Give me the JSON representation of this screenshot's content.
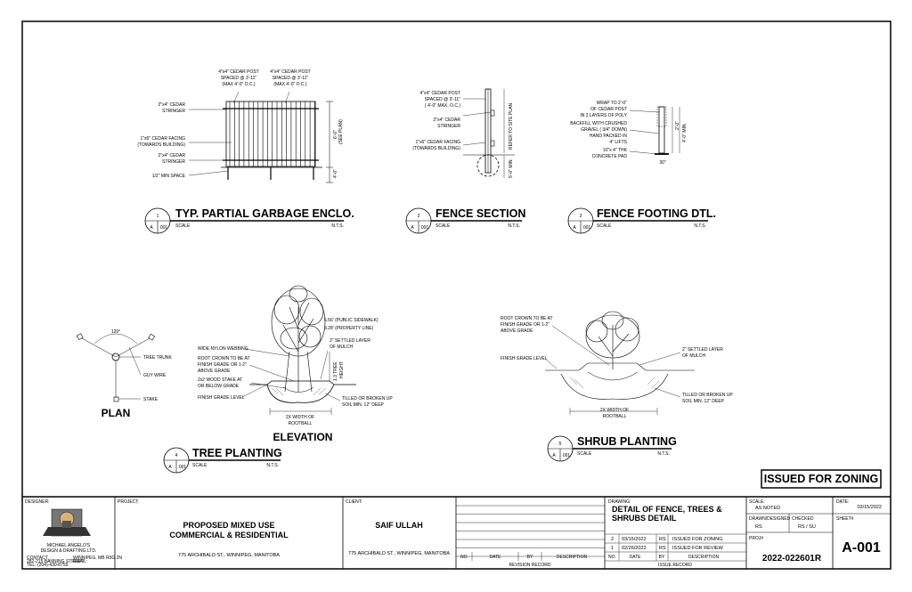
{
  "details": {
    "d1": {
      "number": "1",
      "ref_a": "A",
      "ref_sheet": "001",
      "title": "TYP. PARTIAL GARBAGE ENCLO.",
      "scale_label": "SCALE",
      "scale_value": "N.T.S.",
      "notes": {
        "post_left": [
          "4\"x4\" CEDAR POST",
          "SPACED @ 3'-11\"",
          "(MAX 4'-0\" O.C.)"
        ],
        "post_right": [
          "4\"x4\" CEDAR POST",
          "SPACED @ 3'-11\"",
          "(MAX 4'-0\" O.C.)"
        ],
        "stringer_top": [
          "2\"x4\" CEDAR",
          "STRINGER"
        ],
        "facing": [
          "1\"x6\" CEDAR FACING",
          "(TOWARDS BUILDING)"
        ],
        "stringer_bottom": [
          "2\"x4\" CEDAR",
          "STRINGER"
        ],
        "min_space": "1/2\" MIN SPACE",
        "height_dim": "6'-0\"",
        "see_plan": "(SEE PLAN)",
        "footing_dim": "4'-0\""
      }
    },
    "d2": {
      "number": "2",
      "ref_a": "A",
      "ref_sheet": "001",
      "title": "FENCE SECTION",
      "scale_label": "SCALE",
      "scale_value": "N.T.S.",
      "notes": {
        "post": [
          "4\"x4\" CEDAR POST",
          "SPACED @ 3'-11\"",
          "( 4'-0\" MAX. O.C.)"
        ],
        "stringer": [
          "2\"x4\" CEDAR",
          "STRINGER"
        ],
        "facing": [
          "1\"x6\" CEDAR FACING",
          "(TOWARDS BUILDING)"
        ],
        "refer": "REFER TO SITE PLAN",
        "min_dim": "5'-0\" MIN."
      }
    },
    "d3": {
      "number": "3",
      "ref_a": "A",
      "ref_sheet": "001",
      "title": "FENCE FOOTING DTL.",
      "scale_label": "SCALE",
      "scale_value": "N.T.S.",
      "notes": {
        "wrap": [
          "WRAP TO 2'-0\"",
          "OF CEDAR POST",
          "IN 2 LAYERS OF POLY"
        ],
        "backfill": [
          "BACKFILL WITH CRUSHED",
          "GRAVEL ( 3/4\" DOWN)",
          "HAND PACKED IN",
          "4\" LIFTS"
        ],
        "pad": [
          "10\"x 4\" THK",
          "CONCRETE PAD"
        ],
        "dim_a": "2'-0\"",
        "dim_b": "4'-0\" MIN.",
        "dim_c": "30\""
      }
    },
    "d4": {
      "number": "4",
      "ref_a": "A",
      "ref_sheet": "001",
      "title": "TREE PLANTING",
      "scale_label": "SCALE",
      "scale_value": "N.T.S.",
      "plan_label": "PLAN",
      "elevation_label": "ELEVATION",
      "plan_notes": {
        "angle": "120°",
        "trunk": "TREE TRUNK",
        "wire": "GUY WIRE",
        "stake": "STAKE"
      },
      "elev_notes": {
        "sidewalk": "6.56' (PUBLIC SIDEWALK)",
        "property": "3.28' (PROPERTY LINE)",
        "mulch": [
          "2\" SETTLED LAYER",
          "OF MULCH"
        ],
        "webbing": "WIDE NYLON WEBBING",
        "crown": [
          "ROOT CROWN TO BE AT",
          "FINISH GRADE OR 1-2\"",
          "ABOVE GRADE"
        ],
        "stake": [
          "2x2 WOOD STAKE AT",
          "OR BELOW GRADE"
        ],
        "grade": "FINISH GRADE LEVEL",
        "height": [
          "1.3 TREE",
          "HEIGHT"
        ],
        "tilled": [
          "TILLED OR BROKEN UP",
          "SOIL MIN. 12\" DEEP"
        ],
        "width": [
          "2X WIDTH OF",
          "ROOTBALL"
        ]
      }
    },
    "d5": {
      "number": "5",
      "ref_a": "A",
      "ref_sheet": "001",
      "title": "SHRUB PLANTING",
      "scale_label": "SCALE",
      "scale_value": "N.T.S.",
      "notes": {
        "crown": [
          "ROOT CROWN TO BE AT",
          "FINISH GRADE OR 1-2\"",
          "ABOVE GRADE"
        ],
        "grade": "FINISH GRADE LEVEL",
        "mulch": [
          "2\" SETTLED LAYER",
          "OF MULCH"
        ],
        "tilled": [
          "TILLED OR BROKEN UP",
          "SOIL MIN. 12\" DEEP"
        ],
        "width": [
          "2X WIDTH OF",
          "ROOTBALL"
        ]
      }
    }
  },
  "stamp": "ISSUED FOR ZONING",
  "titleblock": {
    "designer_label": "DESIGNER:",
    "company": [
      "MICHAEL ANGELO'S",
      "DESIGN & DRAFTING LTD."
    ],
    "company_info": [
      "CONTACT",
      "282-215 BANNING STREET",
      "TEL: (204)-430-8759",
      "WINNIPEG, MB R3G 2N",
      "EMAIL:"
    ],
    "project_label": "PROJECT:",
    "project": [
      "PROPOSED MIXED USE",
      "COMMERCIAL & RESIDENTIAL"
    ],
    "project_address": "775 ARCHIBALD ST., WINNIPEG, MANITOBA",
    "client_label": "CLIENT:",
    "client": "SAIF ULLAH",
    "client_address": "775 ARCHIBALD ST., WINNIPEG, MANITOBA",
    "revision": {
      "cols": [
        "NO.",
        "DATE",
        "BY",
        "DESCRIPTION"
      ],
      "label": "REVISION RECORD"
    },
    "drawing_label": "DRAWING:",
    "drawing": [
      "DETAIL OF FENCE, TREES &",
      "SHRUBS DETAIL"
    ],
    "issues": [
      {
        "no": "2",
        "date": "03/15/2022",
        "by": "RS",
        "desc": "ISSUED FOR ZONING"
      },
      {
        "no": "1",
        "date": "02/26/2022",
        "by": "RS",
        "desc": "ISSUED FOR REVIEW"
      }
    ],
    "issue_cols": [
      "NO.",
      "DATE",
      "BY",
      "DESCRIPTION"
    ],
    "issue_label": "ISSUE RECORD",
    "scale_label": "SCALE:",
    "scale": "AS NOTED",
    "date_label": "DATE:",
    "date": "03/15/2022",
    "drawn_label": "DRAWN/DESIGNED",
    "drawn": "RS",
    "checked_label": "CHECKED",
    "checked": "RS / SU",
    "sheet_label": "SHEET#",
    "sheet": "A-001",
    "proj_label": "PROJ#",
    "proj": "2022-022601R"
  }
}
